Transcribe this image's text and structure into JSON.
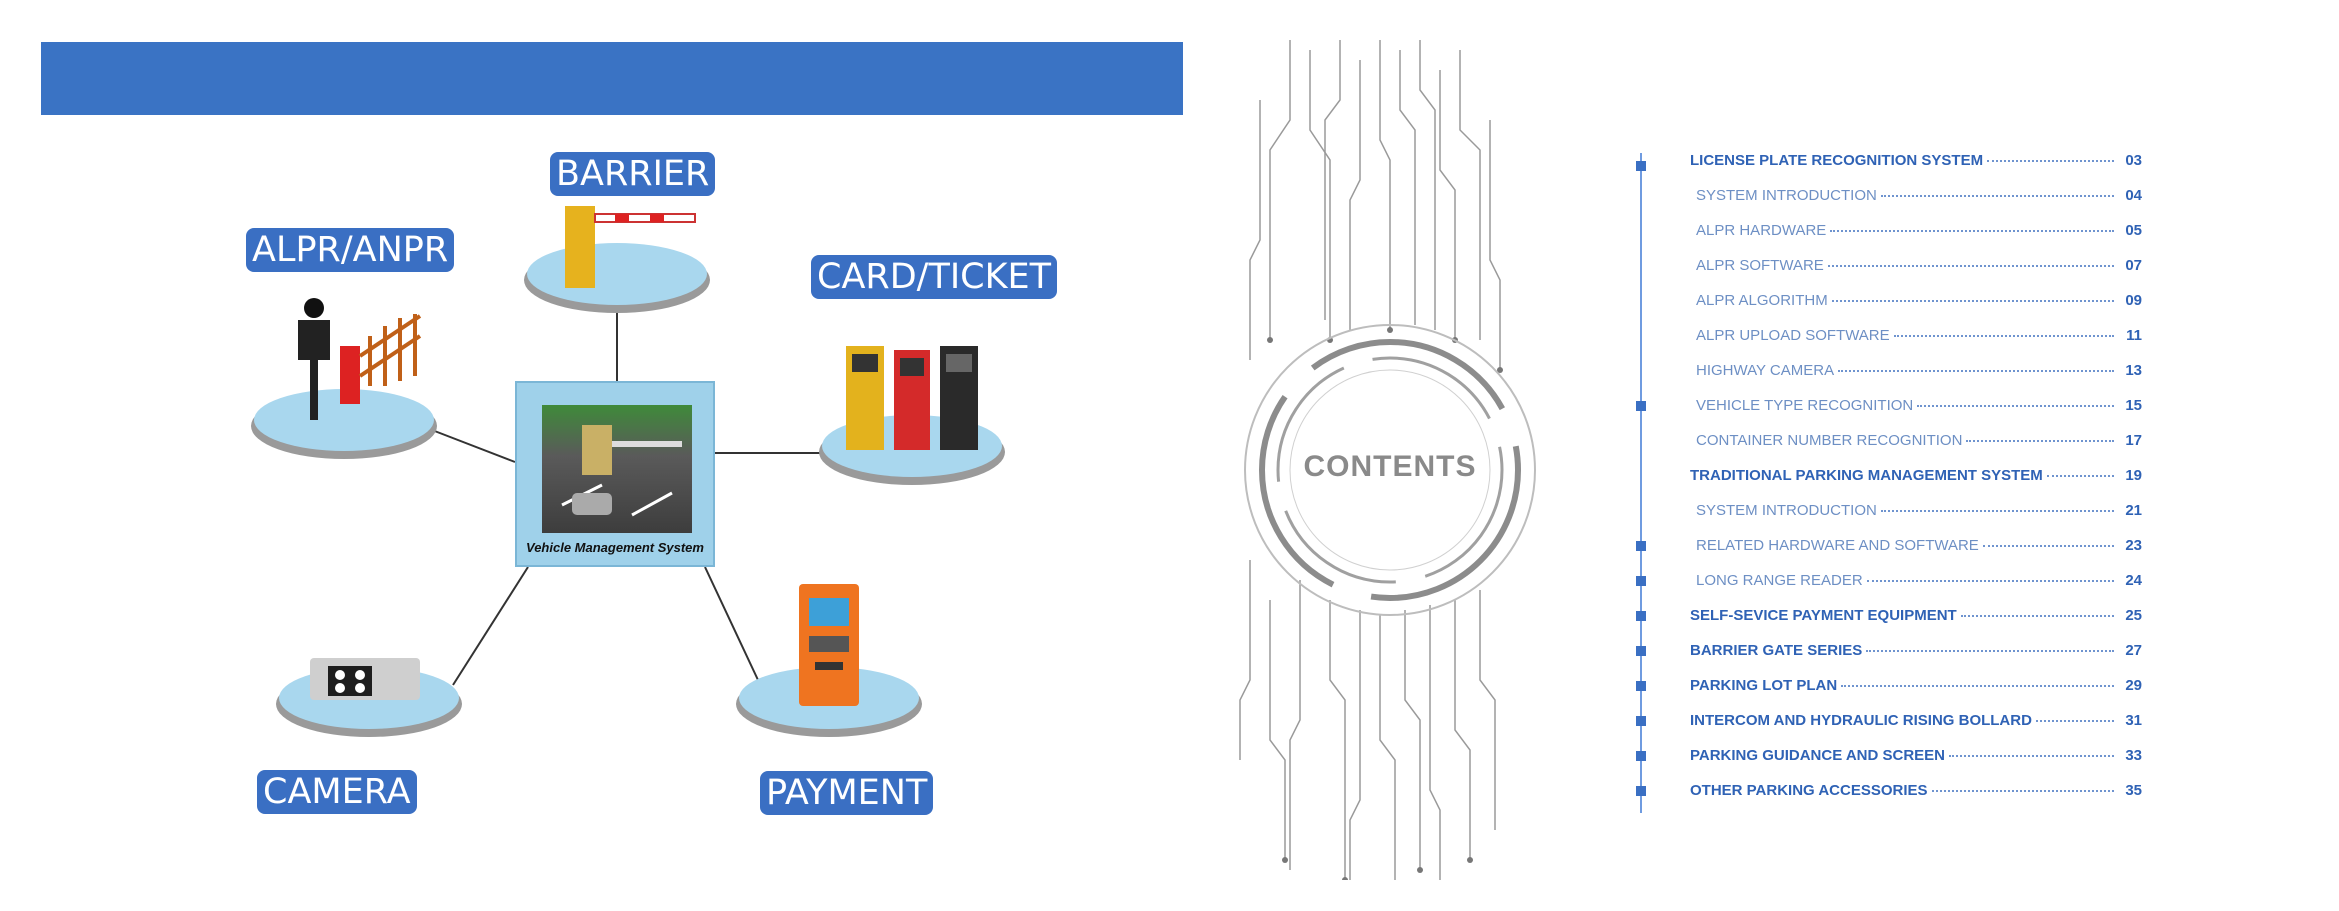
{
  "diagram": {
    "center_caption": "Vehicle Management System",
    "labels": {
      "barrier": "BARRIER",
      "alpr": "ALPR/ANPR",
      "card": "CARD/TICKET",
      "camera": "CAMERA",
      "payment": "PAYMENT"
    }
  },
  "contents": {
    "title": "CONTENTS",
    "items": [
      {
        "text": "LICENSE PLATE RECOGNITION SYSTEM",
        "page": "03",
        "main": true
      },
      {
        "text": "SYSTEM INTRODUCTION",
        "page": "04",
        "main": false
      },
      {
        "text": "ALPR HARDWARE",
        "page": "05",
        "main": false
      },
      {
        "text": "ALPR SOFTWARE",
        "page": "07",
        "main": false
      },
      {
        "text": "ALPR ALGORITHM",
        "page": "09",
        "main": false
      },
      {
        "text": "ALPR UPLOAD SOFTWARE",
        "page": "11",
        "main": false
      },
      {
        "text": "HIGHWAY CAMERA",
        "page": "13",
        "main": false
      },
      {
        "text": "VEHICLE TYPE RECOGNITION",
        "page": "15",
        "main": false
      },
      {
        "text": "CONTAINER NUMBER RECOGNITION",
        "page": "17",
        "main": false
      },
      {
        "text": "TRADITIONAL PARKING MANAGEMENT SYSTEM",
        "page": "19",
        "main": true
      },
      {
        "text": "SYSTEM INTRODUCTION",
        "page": "21",
        "main": false
      },
      {
        "text": "RELATED HARDWARE AND SOFTWARE",
        "page": "23",
        "main": false
      },
      {
        "text": "LONG RANGE READER",
        "page": "24",
        "main": false
      },
      {
        "text": "SELF-SEVICE PAYMENT EQUIPMENT",
        "page": "25",
        "main": true
      },
      {
        "text": "BARRIER GATE SERIES",
        "page": "27",
        "main": true
      },
      {
        "text": "PARKING LOT PLAN",
        "page": "29",
        "main": true
      },
      {
        "text": "INTERCOM AND HYDRAULIC RISING BOLLARD",
        "page": "31",
        "main": true
      },
      {
        "text": "PARKING GUIDANCE AND SCREEN",
        "page": "33",
        "main": true
      },
      {
        "text": "OTHER PARKING ACCESSORIES",
        "page": "35",
        "main": true
      }
    ]
  }
}
